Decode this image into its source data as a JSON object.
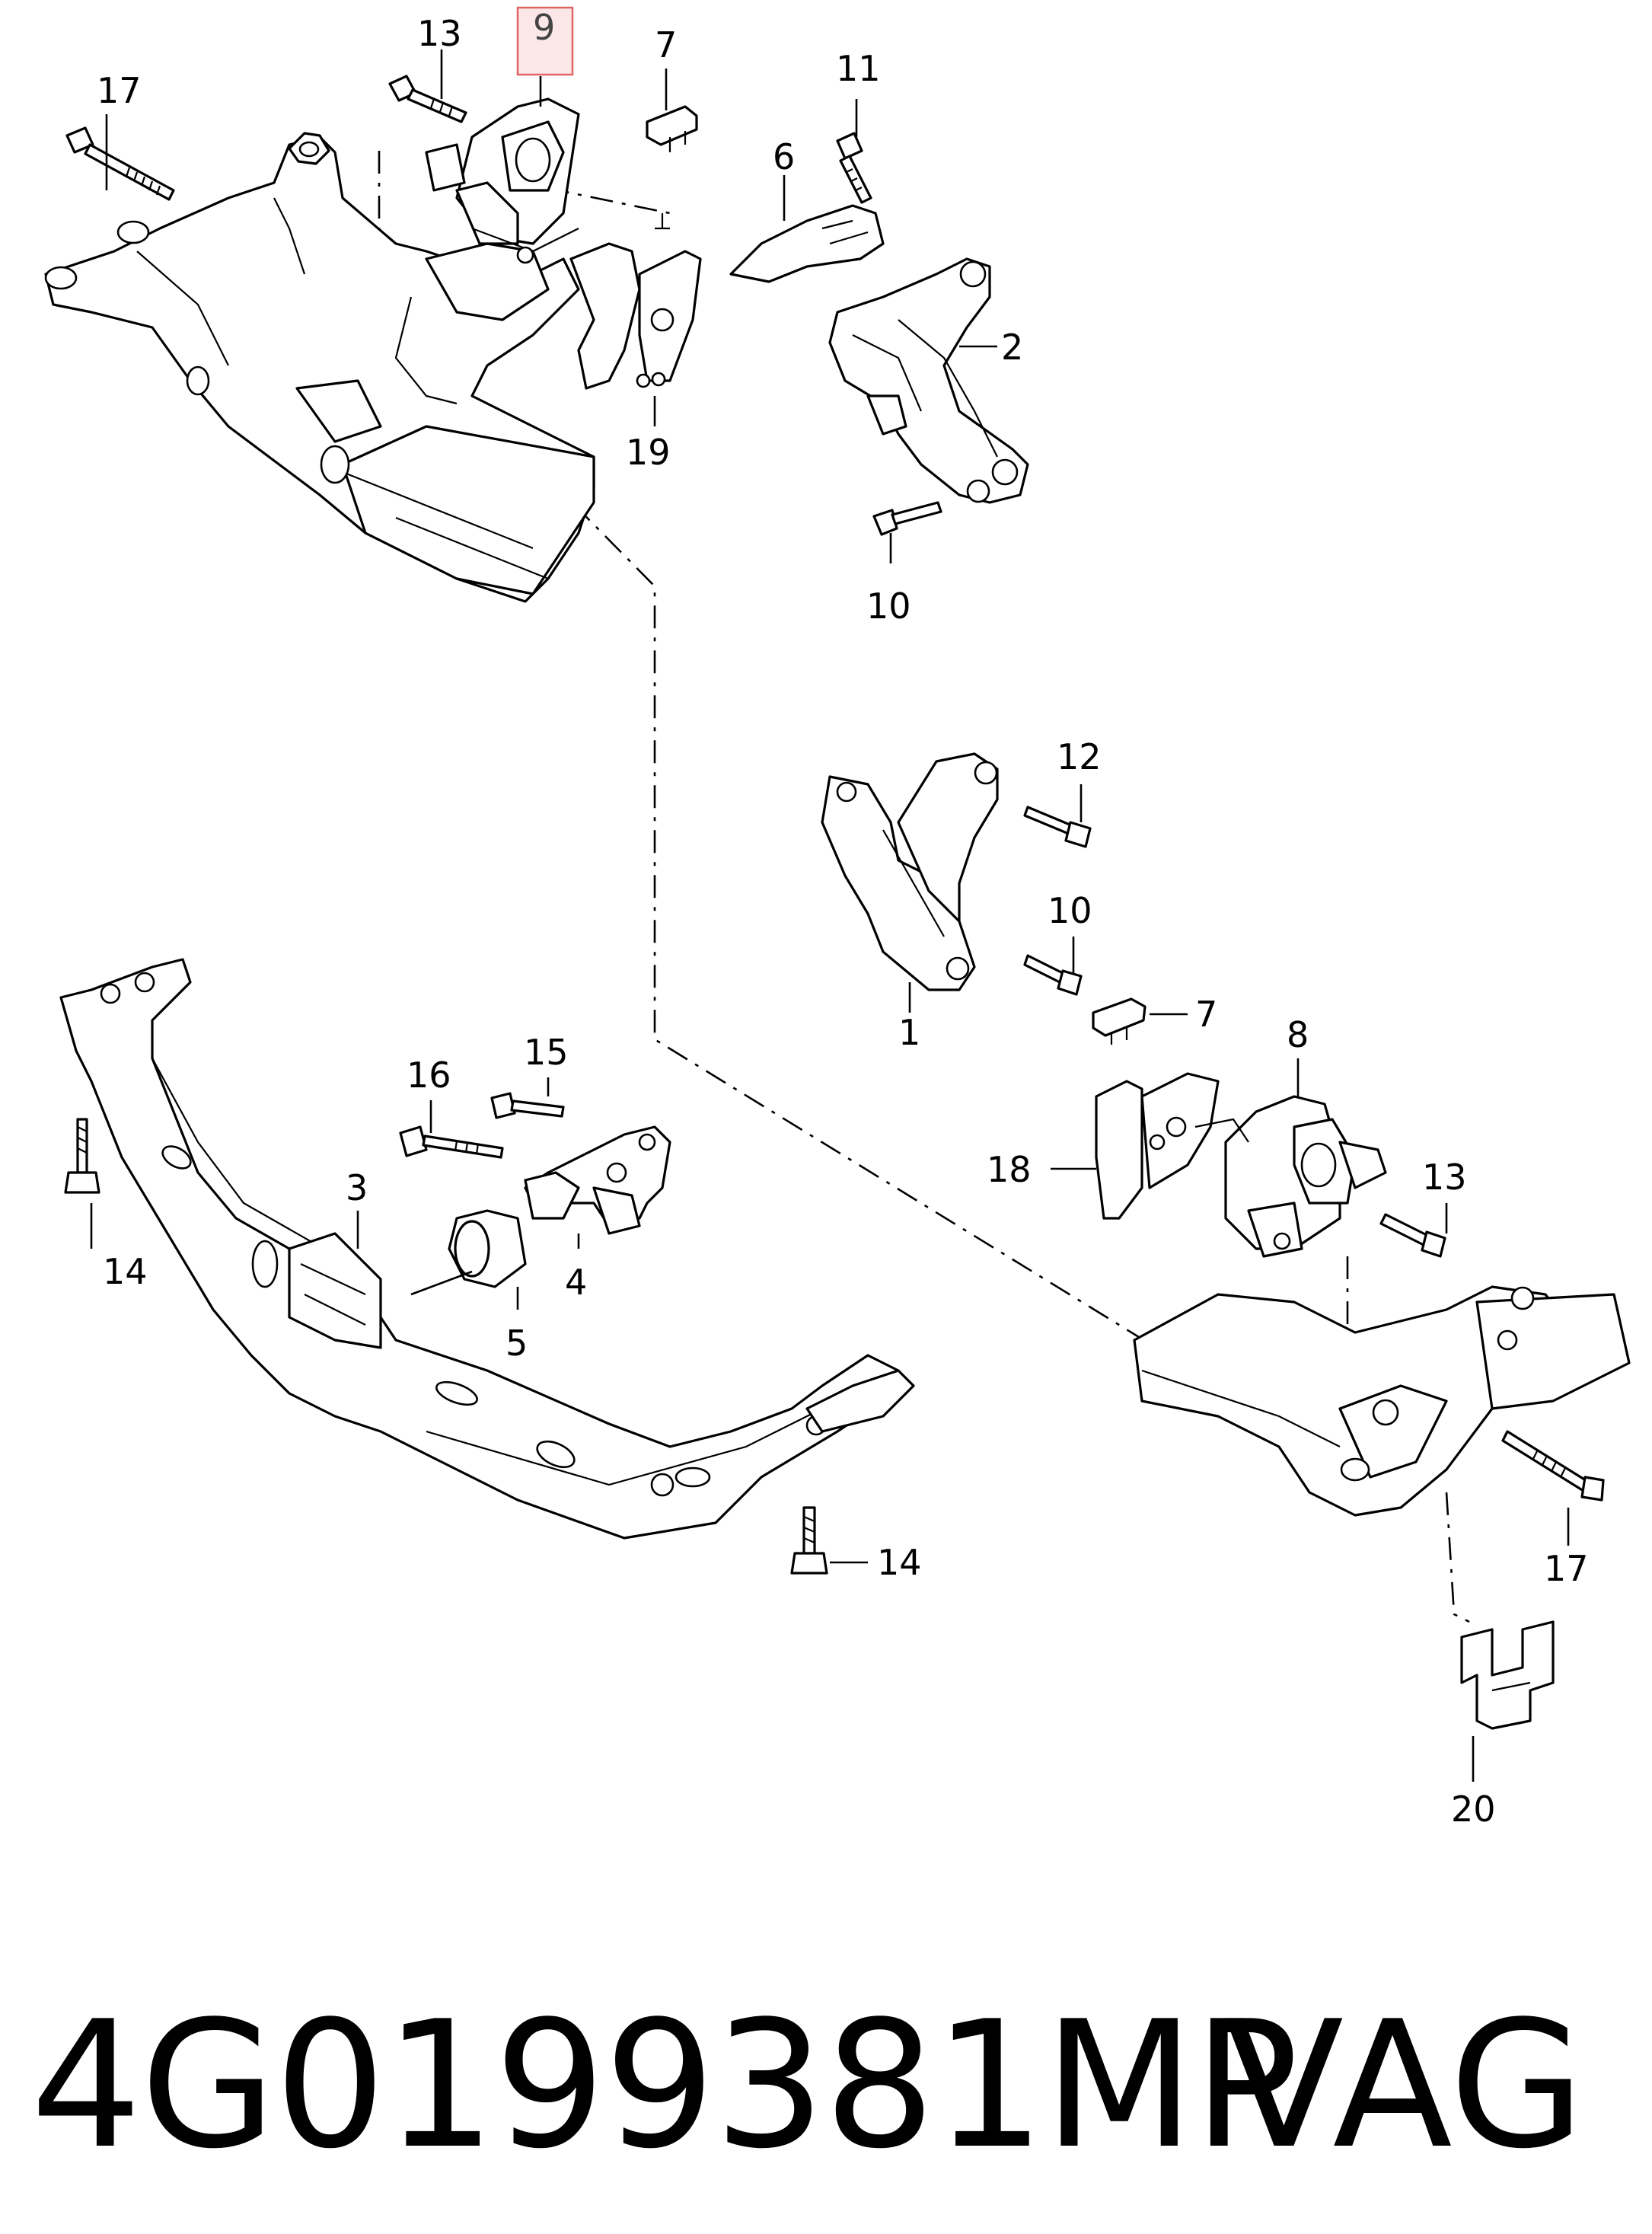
{
  "diagram": {
    "callouts": {
      "c17a": "17",
      "c13a": "13",
      "c9": "9",
      "c7a": "7",
      "c11": "11",
      "c6": "6",
      "c2": "2",
      "c19": "19",
      "c10a": "10",
      "c12": "12",
      "c10b": "10",
      "c1": "1",
      "c7b": "7",
      "c8": "8",
      "c13b": "13",
      "c18": "18",
      "c16": "16",
      "c15": "15",
      "c3": "3",
      "c4": "4",
      "c5": "5",
      "c14a": "14",
      "c14b": "14",
      "c17b": "17",
      "c20": "20"
    },
    "highlighted_callout": "9",
    "highlight_color": "#e06666"
  },
  "footer": {
    "part_number": "4G0199381MP",
    "brand": "VAG"
  }
}
